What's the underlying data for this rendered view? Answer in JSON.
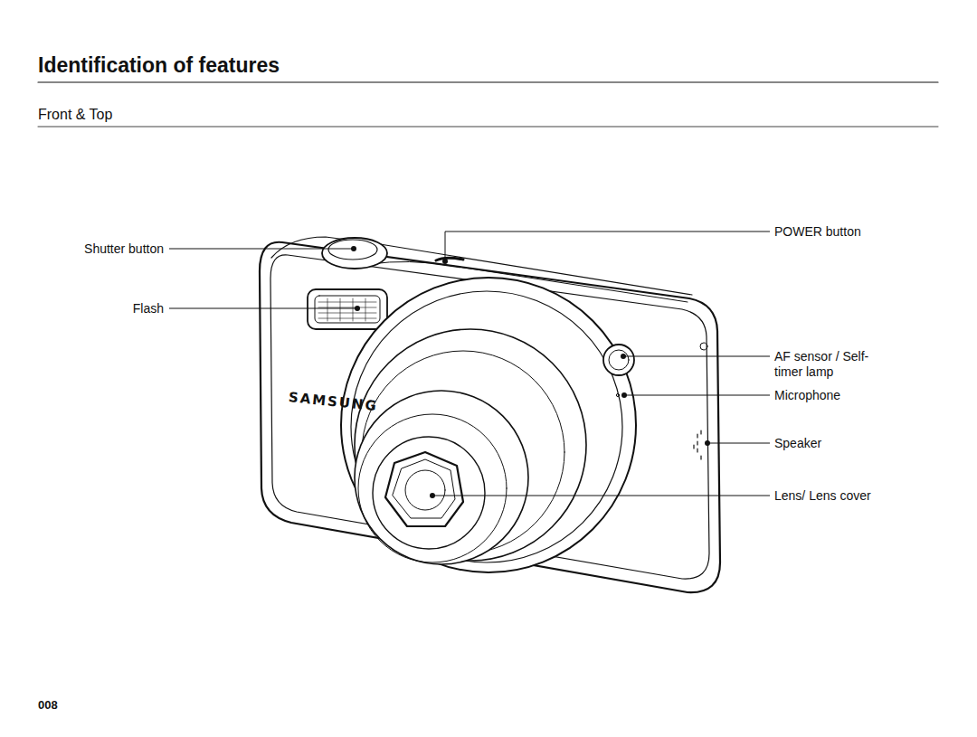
{
  "diagram": {
    "title": "Identification of features",
    "labels": [
      "Front & Top",
      "Shutter button",
      "Flash",
      "POWER button",
      "AF sensor / Self-timer lamp",
      "Microphone",
      "Speaker",
      "Lens/ Lens cover",
      "SAMSUNG",
      "008"
    ]
  }
}
